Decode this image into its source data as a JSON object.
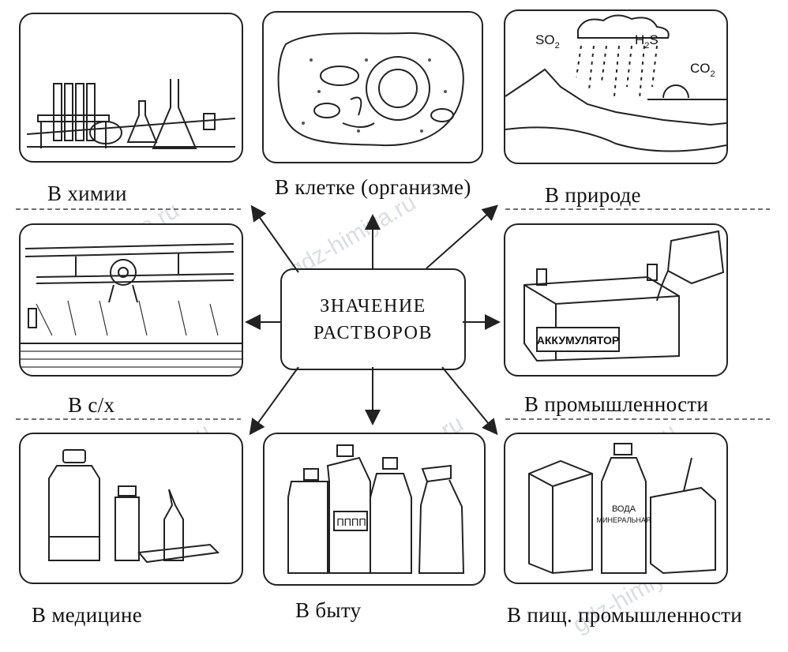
{
  "center": {
    "line1": "ЗНАЧЕНИЕ",
    "line2": "РАСТВОРОВ"
  },
  "captions": {
    "chemistry": "В химии",
    "cell": "В клетке (организме)",
    "nature": "В природе",
    "agriculture": "В с/х",
    "industry": "В промышленности",
    "medicine": "В медицине",
    "household": "В  быту",
    "food_industry": "В пищ. промышленности"
  },
  "nature_labels": {
    "so2": "SO",
    "so2_sub": "2",
    "h2s_h": "H",
    "h2s_sub": "2",
    "h2s_s": "S",
    "co2": "CO",
    "co2_sub": "2"
  },
  "battery_label": "АККУМУЛЯТОР",
  "product_labels": {
    "water_line1": "ВОДА",
    "water_line2": "МИНЕРАЛЬНАЯ",
    "bottle_text": "ПППП"
  },
  "watermark": "gdz-himiya.ru",
  "colors": {
    "line": "#222222",
    "watermark": "#bcc4c8"
  }
}
